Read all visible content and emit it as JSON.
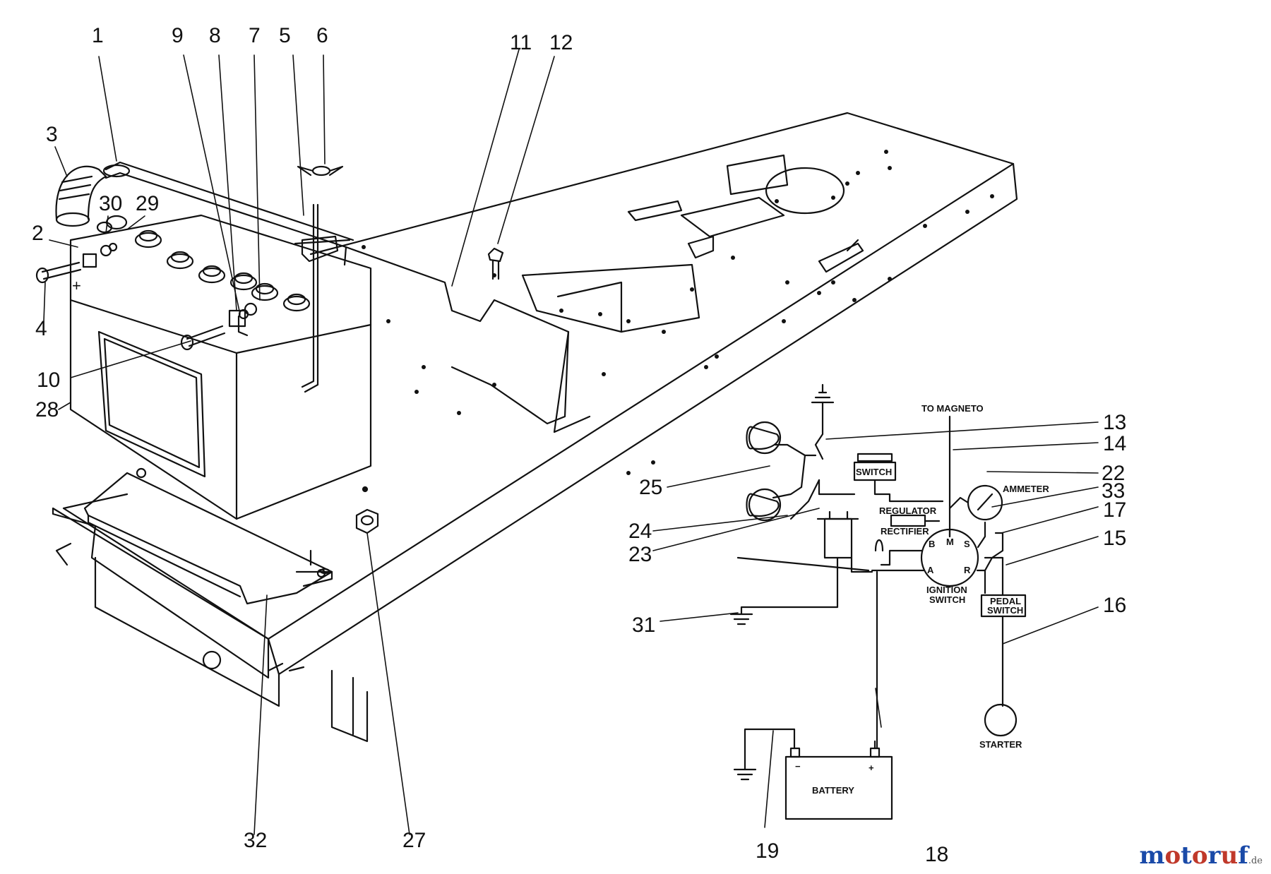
{
  "callouts": {
    "c1": "1",
    "c2": "2",
    "c3": "3",
    "c4": "4",
    "c5": "5",
    "c6": "6",
    "c7": "7",
    "c8": "8",
    "c9": "9",
    "c10": "10",
    "c11": "11",
    "c12": "12",
    "c13": "13",
    "c14": "14",
    "c15": "15",
    "c16": "16",
    "c17": "17",
    "c18": "18",
    "c19": "19",
    "c22": "22",
    "c23": "23",
    "c24": "24",
    "c25": "25",
    "c27": "27",
    "c28": "28",
    "c29": "29",
    "c30": "30",
    "c31": "31",
    "c32": "32",
    "c33": "33"
  },
  "wiring_labels": {
    "to_magneto": "TO MAGNETO",
    "switch": "SWITCH",
    "regulator": "REGULATOR",
    "rectifier": "RECTIFIER",
    "ammeter": "AMMETER",
    "ignition_line1": "IGNITION",
    "ignition_line2": "SWITCH",
    "pedal_line1": "PEDAL",
    "pedal_line2": "SWITCH",
    "starter": "STARTER",
    "battery": "BATTERY",
    "term_b": "B",
    "term_m": "M",
    "term_s": "S",
    "term_a": "A",
    "term_r": "R",
    "plus": "+",
    "minus": "−"
  },
  "battery_sign": "+",
  "watermark": {
    "brand": "motoruf",
    "suffix": ".de"
  },
  "colors": {
    "ink": "#111111",
    "paper": "#ffffff",
    "wm_a": "#1a4aa8",
    "wm_b": "#c0392b"
  }
}
